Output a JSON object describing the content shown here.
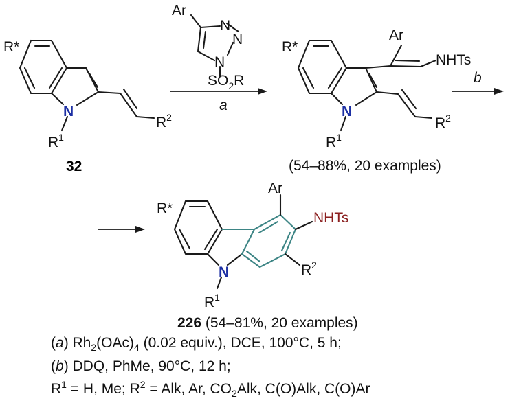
{
  "labels": {
    "r_star": "R*",
    "n": "N",
    "r": "R",
    "one": "1",
    "two": "2",
    "ar": "Ar",
    "nhts": "NHTs",
    "so2r": {
      "a": "SO",
      "b": "2",
      "c": "R"
    },
    "triazole_n": "N"
  },
  "arrows": {
    "a": "a",
    "b": "b"
  },
  "compounds": {
    "c32": "32",
    "intermediate_yield": "(54–88%, 20 examples)",
    "c226": "226",
    "c226_yield": " (54–81%, 20 examples)"
  },
  "footnotes": {
    "a_open": "(",
    "a_letter": "a",
    "a_close": ") ",
    "a_rh": "Rh",
    "a_rh_sub": "2",
    "a_oac": "(OAc)",
    "a_oac_sub": "4",
    "a_rest": " (0.02 equiv.), DCE, 100°C, 5 h;",
    "b_open": "(",
    "b_letter": "b",
    "b_close": ") ",
    "b_rest": "DDQ, PhMe, 90°C, 12 h;",
    "r_r": "R",
    "r_1": "1",
    "r_eq1": " = H, Me; R",
    "r_2": "2",
    "r_eq2": " = Alk, Ar, CO",
    "r_co2": "2",
    "r_end": "Alk, C(O)Alk, C(O)Ar"
  }
}
